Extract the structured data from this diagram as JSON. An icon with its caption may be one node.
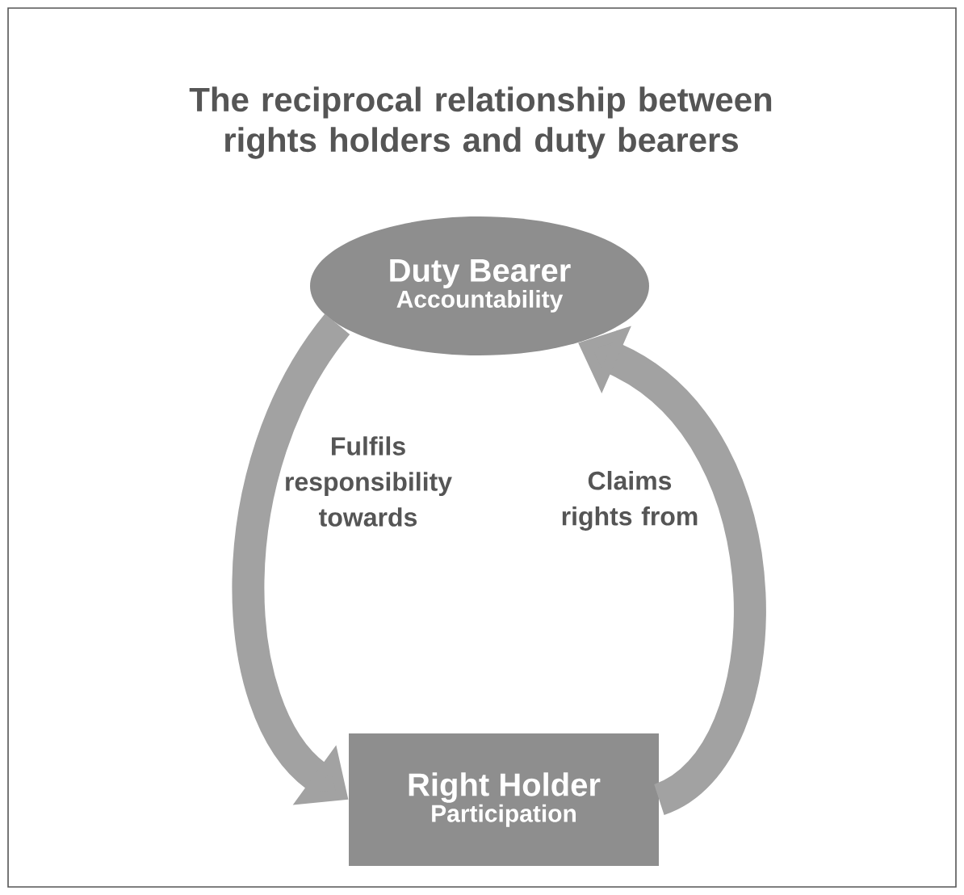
{
  "diagram": {
    "title": "The reciprocal relationship between rights holders and duty bearers",
    "nodes": [
      {
        "text": [
          "Duty Bearer",
          "Accountability"
        ]
      },
      {
        "text": [
          "Right Holder",
          "Participation"
        ]
      }
    ],
    "edges": [
      {
        "from": 0,
        "to": 1,
        "arrow": "to",
        "label": "Fulfils responsibility towards"
      },
      {
        "from": 1,
        "to": 0,
        "arrow": "to",
        "label": "Claims rights from"
      }
    ]
  }
}
